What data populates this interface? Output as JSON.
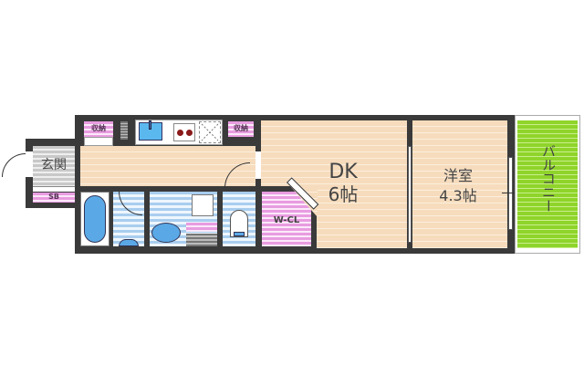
{
  "floorplan": {
    "rooms": {
      "dk": {
        "name": "DK",
        "size": "6帖"
      },
      "western_room": {
        "name": "洋室",
        "size": "4.3帖"
      },
      "balcony": {
        "name": "バルコニー"
      },
      "entrance": {
        "name": "玄関"
      },
      "shoe_box": {
        "name": "SB"
      },
      "walk_in_closet": {
        "name": "W-CL"
      },
      "storage_left": {
        "name": "収納"
      },
      "storage_right": {
        "name": "収納"
      }
    },
    "colors": {
      "wall": "#3a3a3a",
      "floor": "#f6dcbd",
      "storage": "#e89ce0",
      "wet_area": "#a9cdee",
      "balcony": "#8fd42a",
      "fixture": "#5aa9e6"
    }
  }
}
